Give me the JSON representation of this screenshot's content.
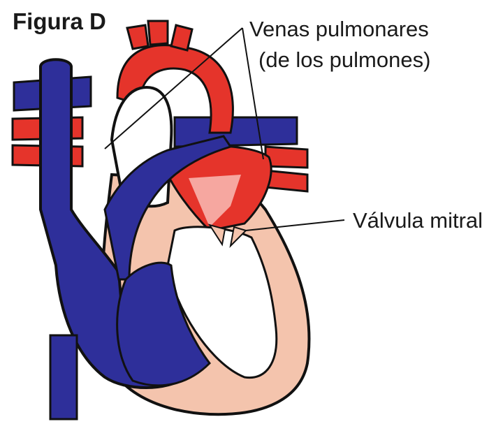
{
  "figure": {
    "title": "Figura D",
    "labels": {
      "pulmonary_veins_line1": "Venas pulmonares",
      "pulmonary_veins_line2": "(de los pulmones)",
      "mitral_valve": "Válvula mitral"
    }
  },
  "colors": {
    "deoxygenated_blue": "#2e2f9a",
    "oxygenated_red": "#e5342b",
    "muscle_pink": "#f4c4ad",
    "outline": "#111111",
    "chamber_white": "#ffffff"
  }
}
